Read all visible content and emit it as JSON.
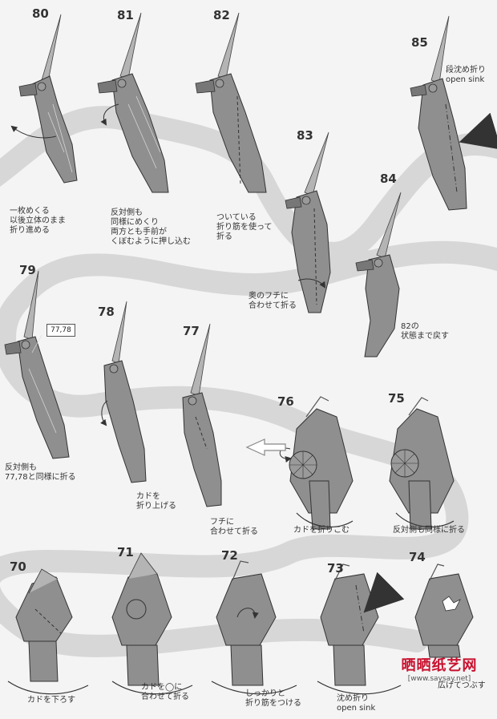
{
  "steps": [
    {
      "id": "80",
      "num": "80",
      "caption": [
        "一枚めくる",
        "以後立体のまま",
        "折り進める"
      ]
    },
    {
      "id": "81",
      "num": "81",
      "caption": [
        "反対側も",
        "同様にめくり",
        "両方とも手前が",
        "くぼむように押し込む"
      ]
    },
    {
      "id": "82",
      "num": "82",
      "caption": [
        "ついている",
        "折り筋を使って",
        "折る"
      ]
    },
    {
      "id": "83",
      "num": "83",
      "caption": [
        "奥のフチに",
        "合わせて折る"
      ]
    },
    {
      "id": "84",
      "num": "84",
      "caption": [
        "82の",
        "状態まで戻す"
      ]
    },
    {
      "id": "85",
      "num": "85",
      "caption": [
        "段沈め折り",
        "open sink"
      ]
    },
    {
      "id": "79",
      "num": "79",
      "caption": [
        "反対側も",
        "77,78と同様に折る"
      ]
    },
    {
      "id": "78",
      "num": "78",
      "caption": [
        "カドを",
        "折り上げる"
      ]
    },
    {
      "id": "77",
      "num": "77",
      "caption": [
        "フチに",
        "合わせて折る"
      ]
    },
    {
      "id": "76",
      "num": "76",
      "caption": [
        "カドを折りこむ"
      ]
    },
    {
      "id": "75",
      "num": "75",
      "caption": [
        "反対側も同様に折る"
      ]
    },
    {
      "id": "70",
      "num": "70",
      "caption": [
        "カドを下ろす"
      ]
    },
    {
      "id": "71",
      "num": "71",
      "caption": [
        "カドを◯に",
        "合わせて折る"
      ]
    },
    {
      "id": "72",
      "num": "72",
      "caption": [
        "しっかりと",
        "折り筋をつける"
      ]
    },
    {
      "id": "73",
      "num": "73",
      "caption": [
        "沈め折り",
        "open sink"
      ]
    },
    {
      "id": "74",
      "num": "74",
      "caption": [
        "広げてつぶす"
      ]
    }
  ],
  "reference_box": "77,78",
  "watermark": {
    "brand": "晒晒纸艺网",
    "url": "[www.saysay.net]"
  },
  "colors": {
    "paper": "#8f8f8f",
    "paper_light": "#b4b4b4",
    "band": "#d4d4d4",
    "background": "#f4f4f4",
    "watermark": "#c8102e"
  }
}
